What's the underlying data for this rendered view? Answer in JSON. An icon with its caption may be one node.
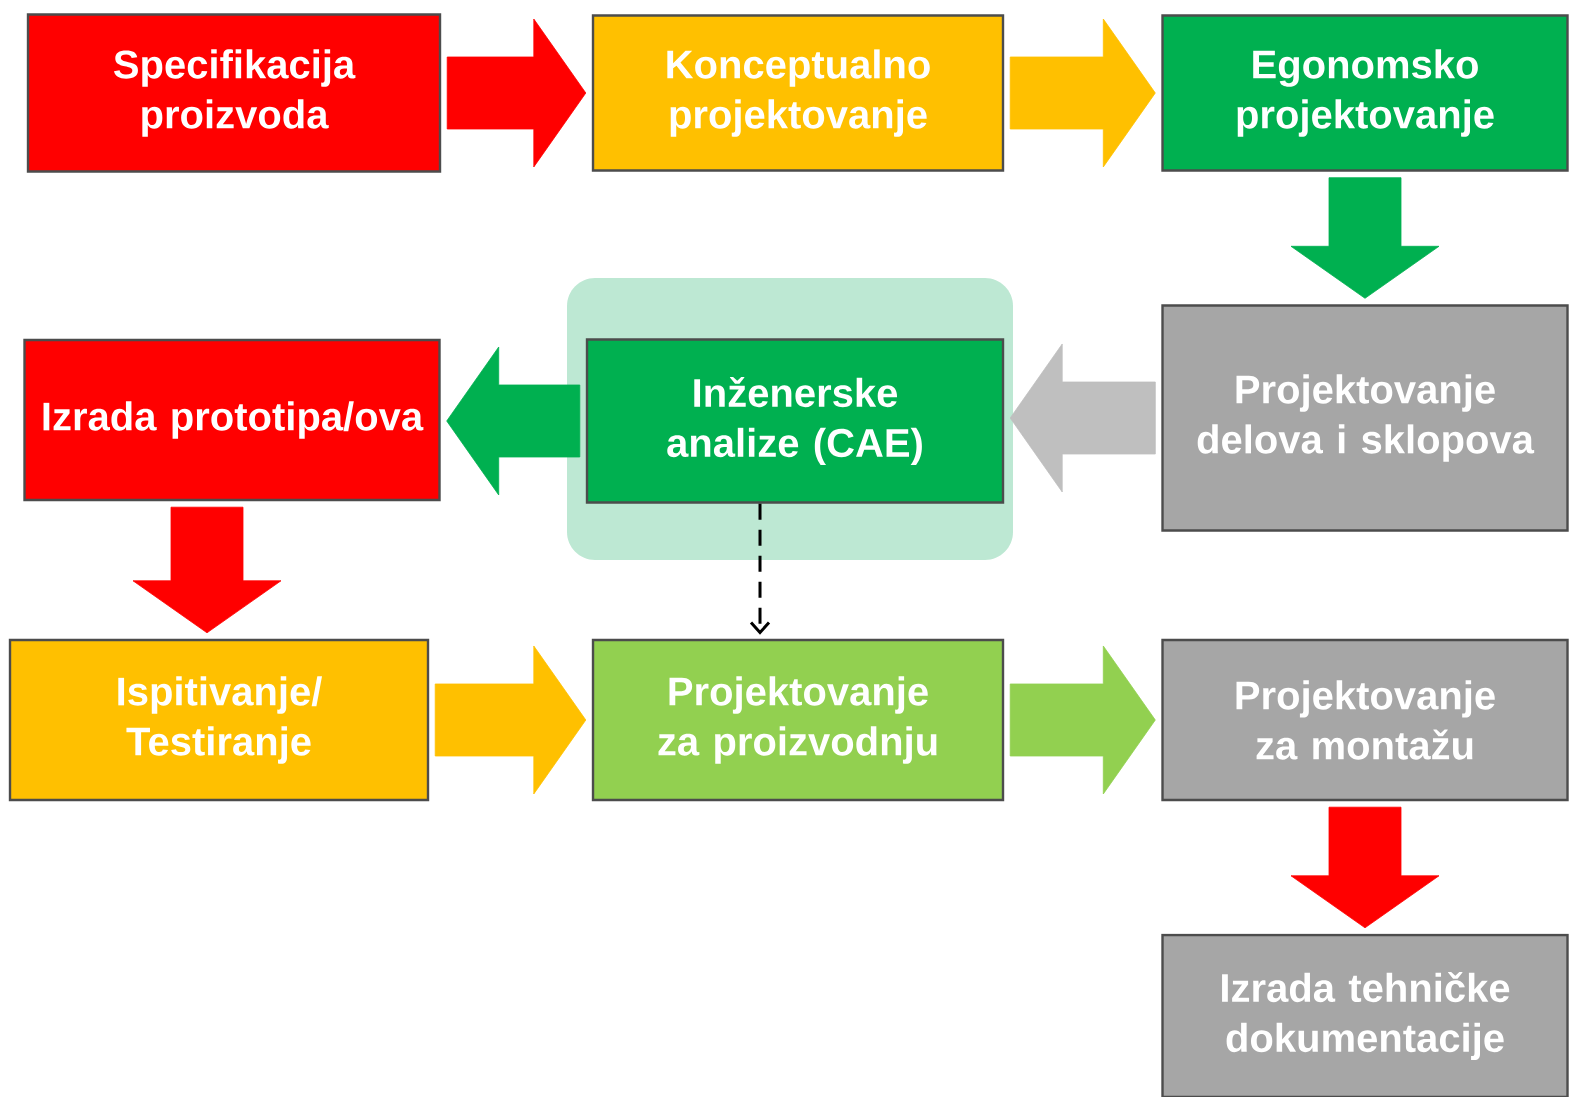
{
  "diagram": {
    "nodes": [
      {
        "text": [
          "Specifikacija proizvoda"
        ]
      },
      {
        "text": [
          "Konceptualno projektovanje"
        ]
      },
      {
        "text": [
          "Egonomsko projektovanje"
        ]
      },
      {
        "text": [
          "Izrada prototipa/ova"
        ]
      },
      {
        "text": [],
        "shape": "box"
      },
      {
        "text": [
          "Inženerske analize (CAE)"
        ],
        "in": 4
      },
      {
        "text": [
          "Projektovanje delova i sklopova"
        ]
      },
      {
        "text": [
          "Ispitivanje/ Testiranje"
        ]
      },
      {
        "text": [
          "Projektovanje za proizvodnju"
        ]
      },
      {
        "text": [
          "Projektovanje za montažu"
        ]
      },
      {
        "text": [
          "Izrada tehničke dokumentacije"
        ]
      }
    ],
    "edges": [
      {
        "from": 0,
        "to": 1,
        "arrow": "to",
        "color": "#ff0000"
      },
      {
        "from": 1,
        "to": 2,
        "arrow": "to",
        "color": "#ffc000"
      },
      {
        "from": 2,
        "to": 6,
        "arrow": "to",
        "color": "#00b050"
      },
      {
        "from": 6,
        "to": 5,
        "arrow": "to",
        "color": "#bfbfbf"
      },
      {
        "from": 5,
        "to": 3,
        "arrow": "to",
        "color": "#00b050"
      },
      {
        "from": 3,
        "to": 7,
        "arrow": "to",
        "color": "#ff0000"
      },
      {
        "from": 7,
        "to": 8,
        "arrow": "to",
        "color": "#ffc000"
      },
      {
        "from": 8,
        "to": 9,
        "arrow": "to",
        "color": "#92d050"
      },
      {
        "from": 9,
        "to": 10,
        "arrow": "to",
        "color": "#ff0000"
      },
      {
        "from": 5,
        "to": 8,
        "arrow": "to",
        "style": "dashed",
        "color": "#000000"
      }
    ]
  }
}
